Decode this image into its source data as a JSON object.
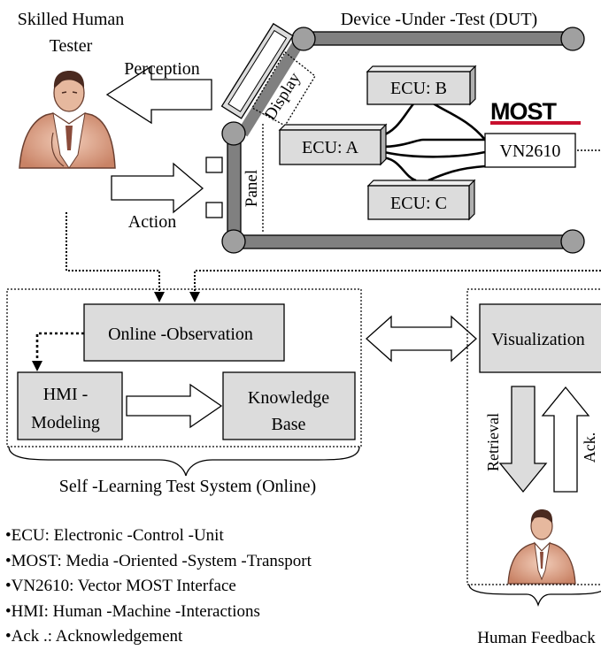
{
  "tester": {
    "line1": "Skilled  Human",
    "line2": "Tester"
  },
  "dut_title": "Device -Under -Test  (DUT)",
  "arrows": {
    "perception": "Perception",
    "action": "Action"
  },
  "labels": {
    "display": "Display",
    "panel": "Panel"
  },
  "ecus": {
    "a": "ECU: A",
    "b": "ECU: B",
    "c": "ECU: C"
  },
  "most_logo": "MOST",
  "vn": "VN2610",
  "blocks": {
    "online_observation": "Online -Observation",
    "hmi_line1": "HMI -",
    "hmi_line2": "Modeling",
    "kb_line1": "Knowledge",
    "kb_line2": "Base",
    "visualization": "Visualization"
  },
  "side_arrows": {
    "retrieval": "Retrieval",
    "ack": "Ack."
  },
  "captions": {
    "self_learning": "Self -Learning  Test System (Online)",
    "human_feedback": "Human Feedback"
  },
  "legend": [
    "•ECU:  Electronic -Control -Unit",
    "•MOST:  Media -Oriented -System -Transport",
    "•VN2610: Vector MOST Interface",
    "•HMI:  Human -Machine -Interactions",
    "•Ack .:  Acknowledgement"
  ],
  "colors": {
    "box_fill": "#dcdcdc",
    "rail": "#808080",
    "node": "#a0a0a0",
    "logo_red": "#c8102e",
    "skin": "#d9a58a"
  }
}
